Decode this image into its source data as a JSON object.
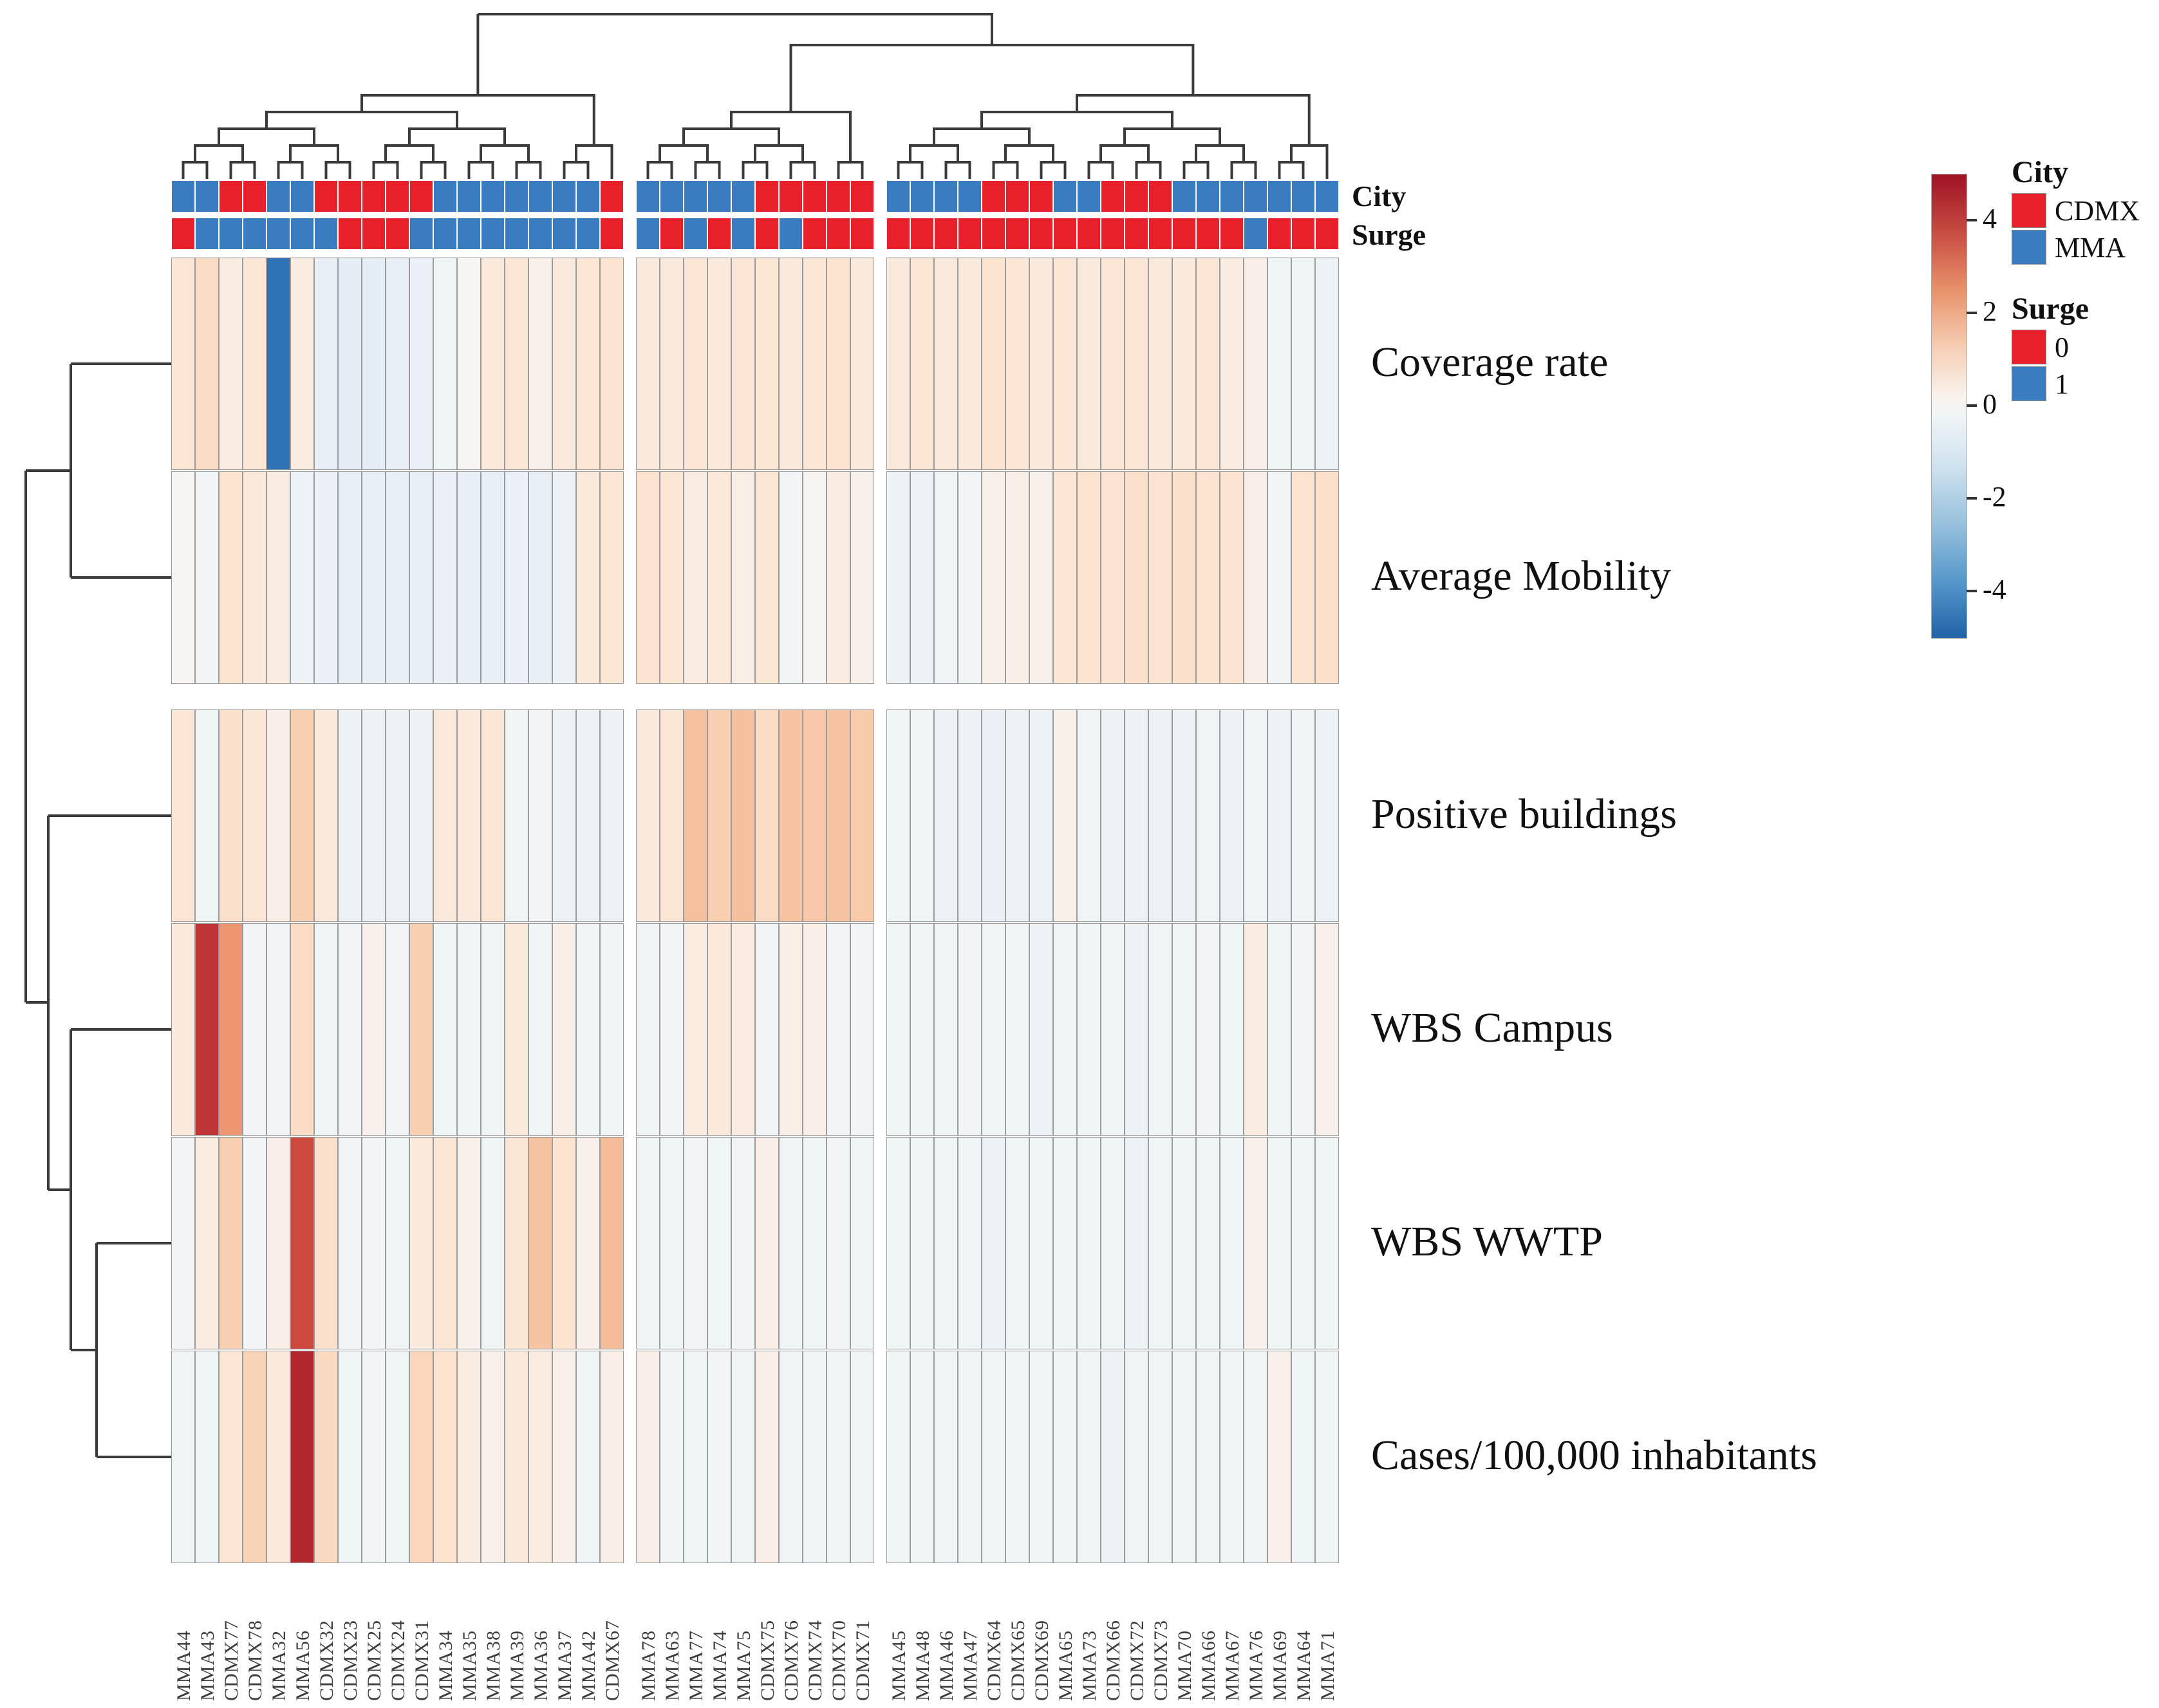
{
  "annotation_row_labels": {
    "city": "City",
    "surge": "Surge"
  },
  "legend": {
    "colorbar_ticks": [
      4,
      2,
      0,
      -2,
      -4
    ],
    "city_title": "City",
    "city_items": [
      {
        "label": "CDMX",
        "color": "#e8202a"
      },
      {
        "label": "MMA",
        "color": "#3a7cc0"
      }
    ],
    "surge_title": "Surge",
    "surge_items": [
      {
        "label": "0",
        "color": "#e8202a"
      },
      {
        "label": "1",
        "color": "#3a7cc0"
      }
    ]
  },
  "chart_data": {
    "type": "heatmap",
    "colormap": "red-white-blue diverging (positive=red, negative=blue)",
    "value_range": [
      -5,
      5
    ],
    "colorbar_ticks": [
      4,
      2,
      0,
      -2,
      -4
    ],
    "column_blocks": [
      19,
      10,
      19
    ],
    "columns": [
      "MMA44",
      "MMA43",
      "CDMX77",
      "CDMX78",
      "MMA32",
      "MMA56",
      "CDMX32",
      "CDMX23",
      "CDMX25",
      "CDMX24",
      "CDMX31",
      "MMA34",
      "MMA35",
      "MMA38",
      "MMA39",
      "MMA36",
      "MMA37",
      "MMA42",
      "CDMX67",
      "MMA78",
      "MMA63",
      "MMA77",
      "MMA74",
      "MMA75",
      "CDMX75",
      "CDMX76",
      "CDMX74",
      "CDMX70",
      "CDMX71",
      "MMA45",
      "MMA48",
      "MMA46",
      "MMA47",
      "CDMX64",
      "CDMX65",
      "CDMX69",
      "MMA65",
      "MMA73",
      "CDMX66",
      "CDMX72",
      "CDMX73",
      "MMA70",
      "MMA66",
      "MMA67",
      "MMA76",
      "MMA69",
      "MMA64",
      "MMA71"
    ],
    "city": [
      "MMA",
      "MMA",
      "CDMX",
      "CDMX",
      "MMA",
      "MMA",
      "CDMX",
      "CDMX",
      "CDMX",
      "CDMX",
      "CDMX",
      "MMA",
      "MMA",
      "MMA",
      "MMA",
      "MMA",
      "MMA",
      "MMA",
      "CDMX",
      "MMA",
      "MMA",
      "MMA",
      "MMA",
      "MMA",
      "CDMX",
      "CDMX",
      "CDMX",
      "CDMX",
      "CDMX",
      "MMA",
      "MMA",
      "MMA",
      "MMA",
      "CDMX",
      "CDMX",
      "CDMX",
      "MMA",
      "MMA",
      "CDMX",
      "CDMX",
      "CDMX",
      "MMA",
      "MMA",
      "MMA",
      "MMA",
      "MMA",
      "MMA",
      "MMA"
    ],
    "surge": [
      0,
      1,
      1,
      1,
      1,
      1,
      1,
      0,
      0,
      0,
      1,
      1,
      1,
      1,
      1,
      1,
      1,
      1,
      0,
      1,
      0,
      1,
      0,
      1,
      0,
      1,
      0,
      0,
      0,
      0,
      0,
      0,
      0,
      0,
      0,
      0,
      0,
      0,
      0,
      0,
      0,
      0,
      0,
      0,
      1,
      0,
      0,
      0
    ],
    "annotation_colors": {
      "CDMX": "#e8202a",
      "MMA": "#3a7cc0",
      "surge0": "#e8202a",
      "surge1": "#3a7cc0"
    },
    "rows": [
      {
        "name": "Coverage rate",
        "values": [
          0.5,
          0.8,
          0.3,
          0.5,
          -4.5,
          0.3,
          -0.5,
          -0.6,
          -0.6,
          -0.5,
          -0.4,
          -0.2,
          0,
          0.4,
          0.5,
          0.1,
          0.4,
          0.5,
          0.6,
          0.4,
          0.4,
          0.5,
          0.4,
          0.5,
          0.5,
          0.4,
          0.5,
          0.6,
          0.4,
          0.4,
          0.5,
          0.4,
          0.4,
          0.6,
          0.5,
          0.4,
          0.5,
          0.4,
          0.5,
          0.5,
          0.4,
          0.4,
          0.5,
          0.3,
          0.2,
          -0.2,
          -0.2,
          -0.3
        ]
      },
      {
        "name": "Average Mobility",
        "values": [
          0,
          -0.1,
          0.6,
          0.4,
          0.3,
          -0.3,
          -0.4,
          -0.5,
          -0.5,
          -0.5,
          -0.5,
          -0.4,
          -0.5,
          -0.5,
          -0.4,
          -0.5,
          -0.3,
          0.4,
          0.5,
          0.6,
          0.5,
          0.3,
          0.4,
          0.2,
          0.5,
          -0.1,
          0,
          0.3,
          0.1,
          -0.3,
          -0.3,
          -0.2,
          -0.1,
          0.1,
          0.2,
          0.1,
          0.5,
          0.6,
          0.6,
          0.7,
          0.6,
          0.7,
          0.6,
          0.6,
          0.2,
          -0.1,
          0.6,
          0.7
        ]
      },
      {
        "name": "Positive buildings",
        "values": [
          0.5,
          -0.2,
          0.7,
          0.5,
          0.2,
          1.2,
          0.4,
          -0.3,
          -0.3,
          -0.3,
          -0.3,
          0.4,
          0.4,
          0.5,
          -0.2,
          -0.1,
          -0.3,
          -0.3,
          -0.3,
          0.4,
          0.5,
          1.6,
          1.2,
          1.6,
          0.8,
          1.5,
          1.4,
          1.5,
          1.3,
          -0.2,
          -0.2,
          -0.3,
          -0.3,
          -0.4,
          -0.3,
          -0.3,
          0.1,
          -0.2,
          -0.3,
          -0.3,
          -0.3,
          -0.3,
          -0.2,
          -0.3,
          -0.2,
          -0.3,
          -0.2,
          -0.3
        ]
      },
      {
        "name": "WBS Campus",
        "values": [
          0.4,
          4.2,
          2.5,
          -0.1,
          -0.1,
          0.8,
          -0.2,
          -0.1,
          0.1,
          -0.1,
          1.2,
          -0.2,
          -0.2,
          -0.2,
          0.4,
          -0.2,
          0.2,
          -0.2,
          -0.2,
          -0.2,
          -0.1,
          0.3,
          0.4,
          0.3,
          -0.1,
          0.2,
          0.2,
          -0.1,
          -0.1,
          -0.2,
          -0.2,
          -0.2,
          -0.1,
          -0.2,
          -0.2,
          -0.3,
          -0.2,
          -0.2,
          -0.2,
          -0.3,
          -0.2,
          -0.2,
          -0.1,
          -0.2,
          0.3,
          -0.2,
          -0.1,
          0.1
        ]
      },
      {
        "name": "WBS WWTP",
        "values": [
          -0.1,
          0.3,
          1.2,
          -0.1,
          0.2,
          3.8,
          0.7,
          -0.1,
          -0.1,
          -0.2,
          0.4,
          0.5,
          0.1,
          -0.2,
          0.5,
          1.5,
          0.6,
          0.1,
          1.7,
          -0.2,
          -0.2,
          -0.1,
          -0.2,
          -0.1,
          0.2,
          -0.2,
          -0.2,
          -0.1,
          -0.2,
          -0.2,
          -0.2,
          -0.2,
          -0.2,
          -0.3,
          -0.2,
          -0.2,
          -0.2,
          -0.2,
          -0.2,
          -0.3,
          -0.2,
          -0.2,
          -0.2,
          -0.2,
          0.1,
          -0.2,
          -0.2,
          -0.2
        ]
      },
      {
        "name": "Cases/100,000 inhabitants",
        "values": [
          -0.2,
          -0.2,
          0.5,
          1.1,
          0.4,
          4.5,
          0.9,
          -0.2,
          -0.1,
          -0.2,
          1.0,
          0.6,
          0.3,
          0.1,
          0.4,
          0.3,
          0.1,
          -0.2,
          0.2,
          0.2,
          -0.1,
          -0.2,
          -0.1,
          -0.2,
          0.2,
          -0.2,
          -0.2,
          -0.2,
          -0.2,
          -0.2,
          -0.2,
          -0.2,
          -0.2,
          -0.2,
          -0.2,
          -0.2,
          -0.2,
          -0.2,
          -0.3,
          -0.2,
          -0.2,
          -0.2,
          -0.2,
          -0.2,
          -0.2,
          0.1,
          -0.2,
          -0.2
        ]
      }
    ]
  }
}
